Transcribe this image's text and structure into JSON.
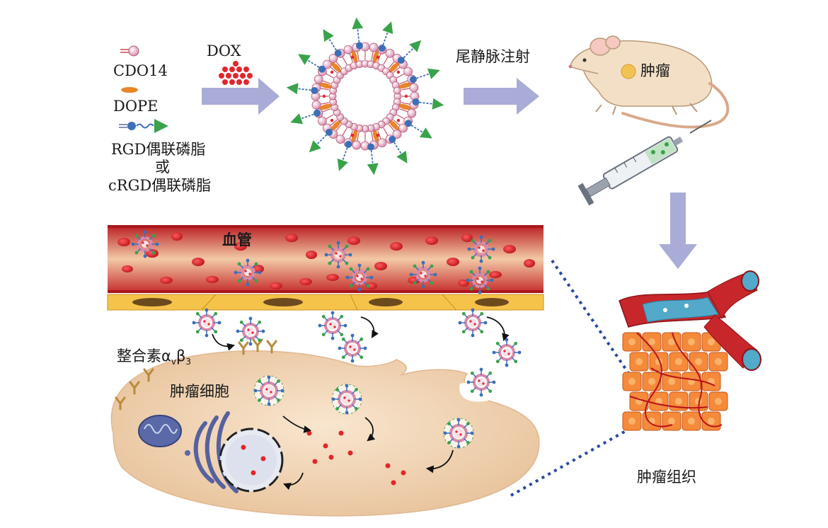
{
  "legend": {
    "cdo14": "CDO14",
    "dope": "DOPE",
    "rgd_line1": "RGD偶联磷脂",
    "rgd_or": "或",
    "rgd_line2": "cRGD偶联磷脂"
  },
  "labels": {
    "dox": "DOX",
    "injection": "尾静脉注射",
    "tumor": "肿瘤",
    "blood_vessel": "血管",
    "integrin_prefix": "整合素α",
    "integrin_sub1": "v",
    "integrin_mid": "β",
    "integrin_sub2": "3",
    "tumor_cell": "肿瘤细胞",
    "tumor_tissue": "肿瘤组织"
  },
  "colors": {
    "lipid_head": "#e8a6bf",
    "dope": "#e8862a",
    "rgd_head": "#3d6fb7",
    "rgd_ligand": "#3aa24a",
    "arrow": "#a9acd6",
    "vessel": "#c7262a",
    "cell": "#f2d2b0",
    "drug": "#e3262b"
  }
}
